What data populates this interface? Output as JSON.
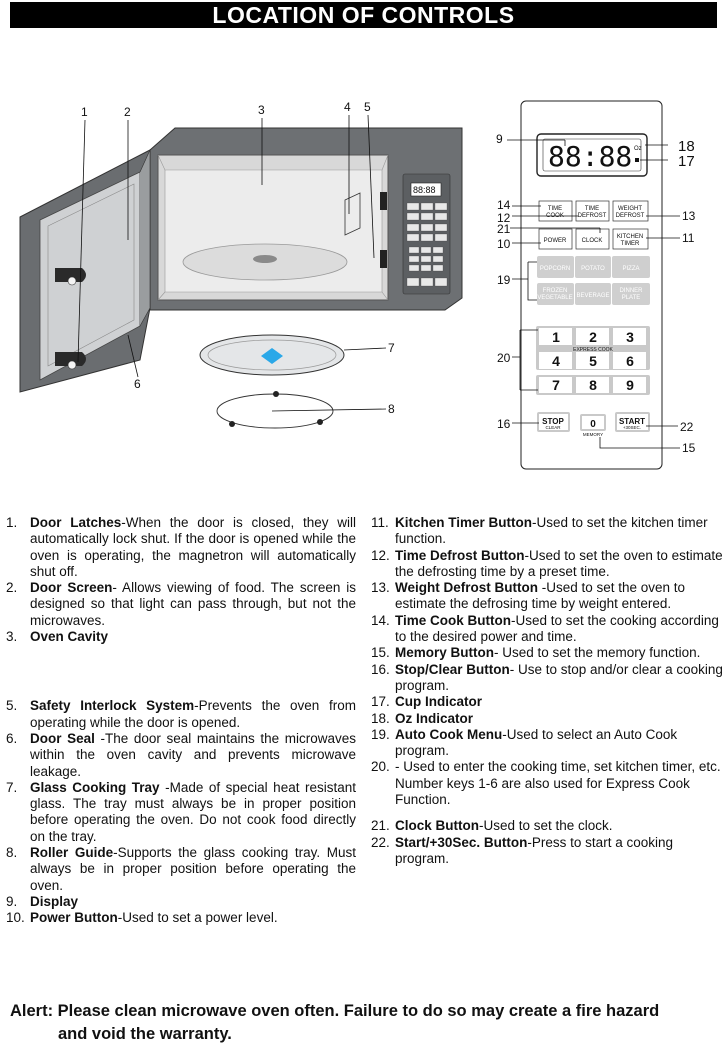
{
  "title": "LOCATION OF CONTROLS",
  "diagram": {
    "callouts": {
      "c1": "1",
      "c2": "2",
      "c3": "3",
      "c4": "4",
      "c5": "5",
      "c6": "6",
      "c7": "7",
      "c8": "8",
      "c9": "9",
      "c10": "10",
      "c11": "11",
      "c12": "12",
      "c13": "13",
      "c14": "14",
      "c15": "15",
      "c16": "16",
      "c17": "17",
      "c18": "18",
      "c19": "19",
      "c20": "20",
      "c21": "21",
      "c22": "22"
    },
    "display_text": "88:88",
    "oz_label": "Oz",
    "buttons": {
      "time_cook": [
        "TIME",
        "COOK"
      ],
      "time_defrost": [
        "TIME",
        "DEFROST"
      ],
      "weight_defrost": [
        "WEIGHT",
        "DEFROST"
      ],
      "power": "POWER",
      "clock": "CLOCK",
      "kitchen_timer": [
        "KITCHEN",
        "TIMER"
      ],
      "popcorn": "POPCORN",
      "potato": "POTATO",
      "pizza": "PIZZA",
      "frozen_vegetable": [
        "FROZEN",
        "VEGETABLE"
      ],
      "beverage": "BEVERAGE",
      "dinner_plate": [
        "DINNER",
        "PLATE"
      ],
      "express_cook": "EXPRESS COOK",
      "keys": [
        "1",
        "2",
        "3",
        "4",
        "5",
        "6",
        "7",
        "8",
        "9"
      ],
      "stop": "STOP",
      "clear": "CLEAR",
      "zero": "0",
      "memory": "MEMORY",
      "start": "START",
      "plus30": "+30SEC."
    }
  },
  "items_left": [
    {
      "num": "1.",
      "name": "Door Latches",
      "desc": "-When the door is closed, they will automatically lock shut. If the door is opened while the oven is operating, the magnetron will automatically shut off."
    },
    {
      "num": "2.",
      "name": "Door Screen",
      "desc": "- Allows viewing of food. The screen is designed so that light can pass through, but not the microwaves."
    },
    {
      "num": "3.",
      "name": "Oven Cavity",
      "desc": ""
    },
    {
      "num": "5.",
      "name": "Safety Interlock System",
      "desc": "-Prevents the oven from operating while the door is opened."
    },
    {
      "num": "6.",
      "name": "Door Seal",
      "desc": " -The door seal maintains the microwaves within the oven cavity and prevents microwave leakage."
    },
    {
      "num": "7.",
      "name": "Glass Cooking Tray",
      "desc": " -Made of special heat resistant glass. The tray must always be in proper position before operating the oven. Do not cook food directly on the tray."
    },
    {
      "num": "8.",
      "name": "Roller Guide",
      "desc": "-Supports the glass cooking tray. Must always be in proper position before operating the oven."
    },
    {
      "num": "9.",
      "name": "Display",
      "desc": ""
    },
    {
      "num": "10.",
      "name": "Power Button",
      "desc": "-Used to set a power level."
    }
  ],
  "items_right": [
    {
      "num": "11.",
      "name": "Kitchen Timer Button",
      "desc": "-Used to set the kitchen timer function."
    },
    {
      "num": "12.",
      "name": "Time Defrost Button",
      "desc": "-Used to set the oven to estimate the defrosting time by a preset time."
    },
    {
      "num": "13.",
      "name": "Weight Defrost Button",
      "desc": " -Used to set the oven to estimate the defrosing time by weight entered."
    },
    {
      "num": "14.",
      "name": "Time Cook Button",
      "desc": "-Used to set the cooking according to the desired power and time."
    },
    {
      "num": "15.",
      "name": "Memory Button",
      "desc": "- Used to set the memory function."
    },
    {
      "num": "16.",
      "name": "Stop/Clear Button",
      "desc": "- Use to stop and/or clear a cooking program."
    },
    {
      "num": "17.",
      "name": "Cup Indicator",
      "desc": ""
    },
    {
      "num": "18.",
      "name": "Oz Indicator",
      "desc": ""
    },
    {
      "num": "19.",
      "name": "Auto Cook Menu",
      "desc": "-Used to select an Auto Cook program."
    },
    {
      "num": "20.",
      "name": "",
      "desc": "- Used to enter the cooking time, set kitchen timer, etc. Number keys 1-6 are also used for Express Cook Function."
    },
    {
      "num": "21.",
      "name": "Clock Button",
      "desc": "-Used to set the clock."
    },
    {
      "num": "22.",
      "name": "Start/+30Sec. Button",
      "desc": "-Press to start a cooking program."
    }
  ],
  "alert": {
    "line1": "Alert: Please clean microwave oven often. Failure to do so may create a fire hazard",
    "line2": "and void the warranty."
  },
  "colors": {
    "body": "#6d7073",
    "panel_dark": "#5a5d60",
    "cavity": "#e9e9e9",
    "door_glass": "#cfd1d3",
    "key_fill": "#c9c9c9",
    "auto_key_fill": "#cfcfcf",
    "diamond": "#2aa8e8"
  }
}
